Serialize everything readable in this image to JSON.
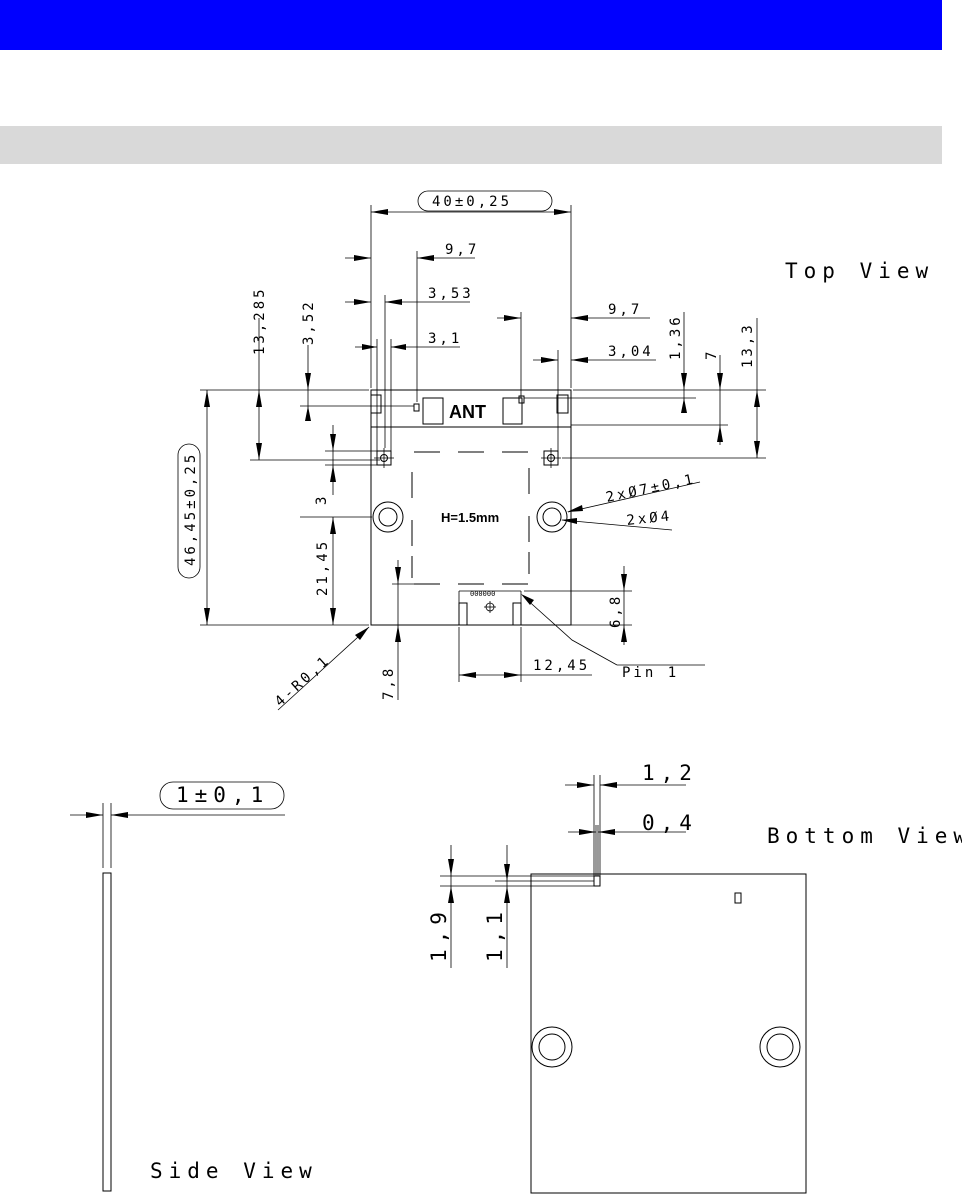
{
  "views": {
    "top": "Top View",
    "bottom": "Bottom View",
    "side": "Side View"
  },
  "labels": {
    "ant": "ANT",
    "height": "H=1.5mm",
    "pin": "Pin 1",
    "pads": "000000"
  },
  "dims": {
    "width": "40±0,25",
    "height": "46,45±0,25",
    "d97_left": "9,7",
    "d353": "3,53",
    "d31": "3,1",
    "d97_right": "9,7",
    "d304": "3,04",
    "d13285": "13,285",
    "d352": "3,52",
    "d136": "1,36",
    "d7": "7",
    "d133": "13,3",
    "d3": "3",
    "d2145": "21,45",
    "d68": "6,8",
    "d78": "7,8",
    "d1245": "12,45",
    "hole_big": "2xØ7±0,1",
    "hole_small": "2xØ4",
    "corner": "4-R0,1",
    "thickness": "1±0,1",
    "d12": "1,2",
    "d04": "0,4",
    "d19": "1,9",
    "d11": "1,1"
  }
}
